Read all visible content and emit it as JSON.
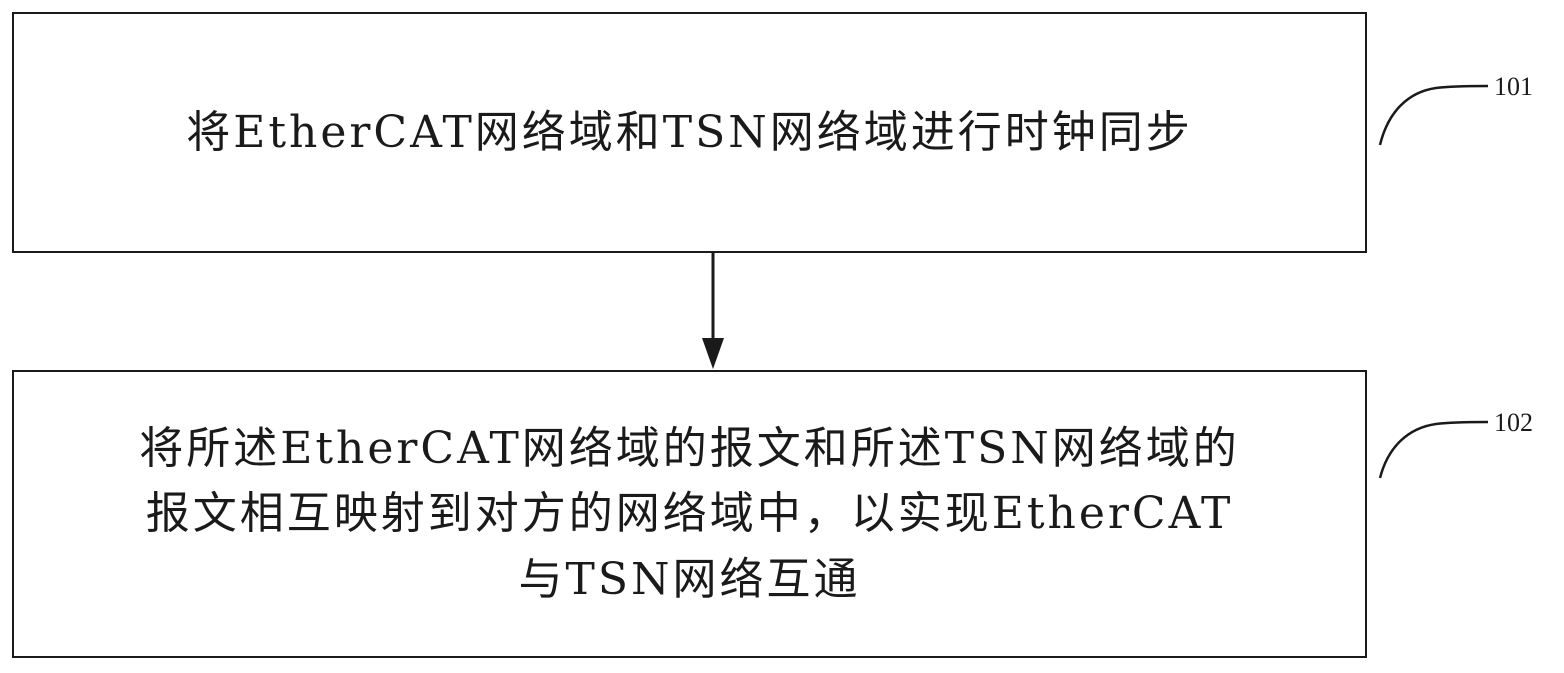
{
  "steps": [
    {
      "label": "101",
      "text": "将EtherCAT网络域和TSN网络域进行时钟同步"
    },
    {
      "label": "102",
      "lines": [
        "将所述EtherCAT网络域的报文和所述TSN网络域的",
        "报文相互映射到对方的网络域中，以实现EtherCAT",
        "与TSN网络互通"
      ]
    }
  ]
}
